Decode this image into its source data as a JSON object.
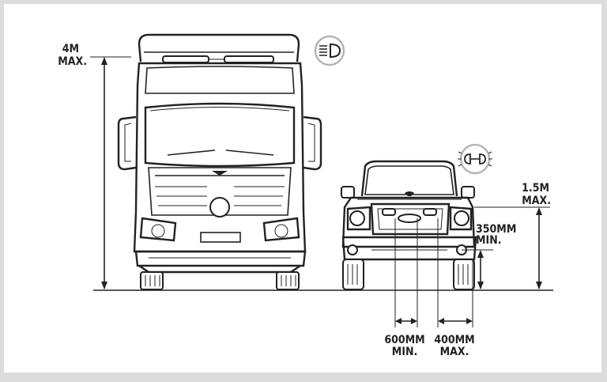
{
  "labels": {
    "truck_height_value": "4M",
    "truck_height_limit": "MAX.",
    "car_height_value": "1.5M",
    "car_height_limit": "MAX.",
    "ground_clearance_value": "350MM",
    "ground_clearance_limit": "MIN.",
    "lamp_spacing_value": "600MM",
    "lamp_spacing_limit": "MIN.",
    "edge_distance_value": "400MM",
    "edge_distance_limit": "MAX."
  },
  "icons": {
    "truck_badge": "main-beam-headlamp-icon",
    "car_badge": "side-light-icon"
  },
  "colors": {
    "line": "#222222",
    "background": "#ffffff",
    "frame": "#dcdcdc",
    "badge_ring": "#b5b5b5"
  }
}
